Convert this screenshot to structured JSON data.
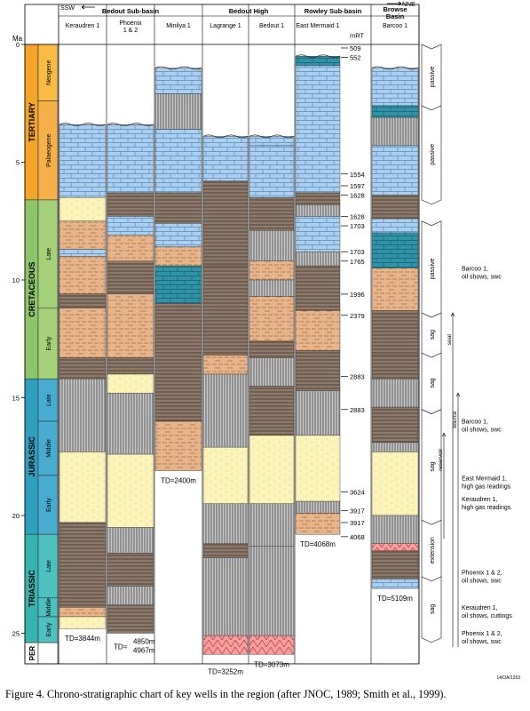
{
  "axis": {
    "label": "Ma",
    "ticks": [
      0,
      5,
      10,
      15,
      20,
      25
    ]
  },
  "header": {
    "ssw": "SSW",
    "nne": "NNE",
    "basins": [
      {
        "name": "Bedout Sub-basin",
        "wells": [
          0,
          1,
          2
        ]
      },
      {
        "name": "Bedout High",
        "wells": [
          3,
          4
        ]
      },
      {
        "name": "Rowley Sub-basin",
        "wells": [
          5
        ]
      },
      {
        "name": "Browse Basin",
        "wells": [
          6
        ]
      }
    ],
    "wells": [
      "Keraudren 1",
      "Phoenix 1 & 2",
      "Minilya 1",
      "Lagrange 1",
      "Bedout 1",
      "East Mermaid 1",
      "Barcoo 1"
    ]
  },
  "periods": [
    {
      "name": "TERTIARY",
      "from": 0,
      "to": 6.6,
      "color": "#f4a62a"
    },
    {
      "name": "CRETACEOUS",
      "from": 6.6,
      "to": 14.2,
      "color": "#8cc56a"
    },
    {
      "name": "JURASSIC",
      "from": 14.2,
      "to": 20.8,
      "color": "#2f9fc0"
    },
    {
      "name": "TRIASSIC",
      "from": 20.8,
      "to": 25.4,
      "color": "#37b3b0"
    },
    {
      "name": "PER",
      "from": 25.4,
      "to": 26.3,
      "color": "#ffffff"
    }
  ],
  "epochs": [
    {
      "name": "Neogene",
      "from": 0,
      "to": 2.4,
      "color": "#f8bc44"
    },
    {
      "name": "Palaeogene",
      "from": 2.4,
      "to": 6.6,
      "color": "#f6b04a"
    },
    {
      "name": "Late",
      "from": 6.6,
      "to": 11.2,
      "color": "#a5d17a"
    },
    {
      "name": "Early",
      "from": 11.2,
      "to": 14.2,
      "color": "#a5d17a"
    },
    {
      "name": "Late",
      "from": 14.2,
      "to": 16.0,
      "color": "#48acd0"
    },
    {
      "name": "Middle",
      "from": 16.0,
      "to": 18.3,
      "color": "#48acd0"
    },
    {
      "name": "Early",
      "from": 18.3,
      "to": 20.8,
      "color": "#48acd0"
    },
    {
      "name": "Late",
      "from": 20.8,
      "to": 23.5,
      "color": "#4fc0c0"
    },
    {
      "name": "Middle",
      "from": 23.5,
      "to": 24.3,
      "color": "#4fc0c0"
    },
    {
      "name": "Early",
      "from": 24.3,
      "to": 25.4,
      "color": "#4fc0c0"
    }
  ],
  "wells": [
    {
      "name": "Keraudren 1",
      "td": "TD=3844m",
      "units": [
        {
          "from": 3.4,
          "to": 6.5,
          "lith": "limestone"
        },
        {
          "from": 6.5,
          "to": 7.5,
          "lith": "sandstone"
        },
        {
          "from": 7.5,
          "to": 8.7,
          "lith": "siltstone"
        },
        {
          "from": 8.7,
          "to": 9.0,
          "lith": "limestone"
        },
        {
          "from": 9.0,
          "to": 10.6,
          "lith": "siltstone"
        },
        {
          "from": 10.6,
          "to": 11.2,
          "lith": "shale"
        },
        {
          "from": 11.2,
          "to": 13.3,
          "lith": "siltstone"
        },
        {
          "from": 13.3,
          "to": 14.2,
          "lith": "shale"
        },
        {
          "from": 14.2,
          "to": 17.3,
          "lith": "claystone"
        },
        {
          "from": 17.3,
          "to": 20.3,
          "lith": "sandstone"
        },
        {
          "from": 20.3,
          "to": 23.9,
          "lith": "shale"
        },
        {
          "from": 23.9,
          "to": 24.3,
          "lith": "siltstone"
        },
        {
          "from": 24.3,
          "to": 24.8,
          "lith": "sandstone"
        }
      ]
    },
    {
      "name": "Phoenix 1 & 2",
      "td": "TD=",
      "td2": [
        "4850m",
        "4967m"
      ],
      "units": [
        {
          "from": 3.4,
          "to": 6.3,
          "lith": "limestone"
        },
        {
          "from": 6.3,
          "to": 7.3,
          "lith": "shale"
        },
        {
          "from": 7.3,
          "to": 8.1,
          "lith": "limestone"
        },
        {
          "from": 8.1,
          "to": 9.2,
          "lith": "siltstone"
        },
        {
          "from": 9.2,
          "to": 10.6,
          "lith": "shale"
        },
        {
          "from": 10.6,
          "to": 13.3,
          "lith": "siltstone"
        },
        {
          "from": 13.3,
          "to": 14.0,
          "lith": "shale"
        },
        {
          "from": 14.0,
          "to": 14.8,
          "lith": "sandstone"
        },
        {
          "from": 14.8,
          "to": 17.4,
          "lith": "claystone"
        },
        {
          "from": 17.4,
          "to": 20.5,
          "lith": "sandstone"
        },
        {
          "from": 20.5,
          "to": 21.6,
          "lith": "claystone"
        },
        {
          "from": 21.6,
          "to": 23.0,
          "lith": "shale"
        },
        {
          "from": 23.0,
          "to": 23.8,
          "lith": "claystone"
        },
        {
          "from": 23.8,
          "to": 25.0,
          "lith": "shale"
        }
      ]
    },
    {
      "name": "Minilya 1",
      "td": "TD=2400m",
      "units": [
        {
          "from": 1.0,
          "to": 2.1,
          "lith": "limestone"
        },
        {
          "from": 2.1,
          "to": 3.6,
          "lith": "claystone"
        },
        {
          "from": 3.6,
          "to": 6.3,
          "lith": "limestone"
        },
        {
          "from": 6.3,
          "to": 7.6,
          "lith": "shale"
        },
        {
          "from": 7.6,
          "to": 8.6,
          "lith": "limestone"
        },
        {
          "from": 8.6,
          "to": 9.4,
          "lith": "siltstone"
        },
        {
          "from": 9.4,
          "to": 11.0,
          "lith": "marl"
        },
        {
          "from": 11.0,
          "to": 16.0,
          "lith": "shale"
        },
        {
          "from": 16.0,
          "to": 18.1,
          "lith": "siltstone"
        }
      ]
    },
    {
      "name": "Lagrange 1",
      "td": "TD=3252m",
      "units": [
        {
          "from": 3.9,
          "to": 5.8,
          "lith": "limestone"
        },
        {
          "from": 5.8,
          "to": 9.4,
          "lith": "shale"
        },
        {
          "from": 9.4,
          "to": 13.2,
          "lith": "shale"
        },
        {
          "from": 13.2,
          "to": 14.0,
          "lith": "siltstone"
        },
        {
          "from": 14.0,
          "to": 17.1,
          "lith": "claystone"
        },
        {
          "from": 17.1,
          "to": 19.5,
          "lith": "sandstone"
        },
        {
          "from": 19.5,
          "to": 21.2,
          "lith": "claystone"
        },
        {
          "from": 21.2,
          "to": 21.8,
          "lith": "shale"
        },
        {
          "from": 21.8,
          "to": 25.1,
          "lith": "claystone"
        },
        {
          "from": 25.1,
          "to": 25.9,
          "lith": "basement"
        }
      ]
    },
    {
      "name": "Bedout 1",
      "td": "TD=3073m",
      "units": [
        {
          "from": 3.9,
          "to": 4.3,
          "lith": "limestone"
        },
        {
          "from": 4.3,
          "to": 6.5,
          "lith": "limestone"
        },
        {
          "from": 6.5,
          "to": 7.9,
          "lith": "shale"
        },
        {
          "from": 7.9,
          "to": 9.2,
          "lith": "claystone"
        },
        {
          "from": 9.2,
          "to": 10.0,
          "lith": "siltstone"
        },
        {
          "from": 10.0,
          "to": 10.7,
          "lith": "claystone"
        },
        {
          "from": 10.7,
          "to": 12.6,
          "lith": "siltstone"
        },
        {
          "from": 12.6,
          "to": 13.3,
          "lith": "shale"
        },
        {
          "from": 13.3,
          "to": 14.5,
          "lith": "claystone"
        },
        {
          "from": 14.5,
          "to": 16.6,
          "lith": "shale"
        },
        {
          "from": 16.6,
          "to": 19.5,
          "lith": "sandstone"
        },
        {
          "from": 19.5,
          "to": 21.3,
          "lith": "claystone"
        },
        {
          "from": 21.3,
          "to": 25.1,
          "lith": "claystone"
        },
        {
          "from": 25.1,
          "to": 25.9,
          "lith": "basement"
        }
      ]
    },
    {
      "name": "East Mermaid 1",
      "td": "TD=4068m",
      "markers": [
        "mRT",
        "509",
        "552",
        "1554",
        "1597",
        "1628",
        "1628",
        "1703",
        "1703",
        "1765",
        "1996",
        "2379",
        "2883",
        "2883",
        "3624",
        "3917",
        "3917",
        "4068"
      ],
      "units": [
        {
          "from": 0.5,
          "to": 0.9,
          "lith": "marl"
        },
        {
          "from": 0.9,
          "to": 6.3,
          "lith": "limestone"
        },
        {
          "from": 6.3,
          "to": 6.8,
          "lith": "shale"
        },
        {
          "from": 6.8,
          "to": 7.3,
          "lith": "claystone"
        },
        {
          "from": 7.3,
          "to": 8.8,
          "lith": "limestone"
        },
        {
          "from": 8.8,
          "to": 9.4,
          "lith": "claystone"
        },
        {
          "from": 9.4,
          "to": 11.3,
          "lith": "shale"
        },
        {
          "from": 11.3,
          "to": 13.0,
          "lith": "siltstone"
        },
        {
          "from": 13.0,
          "to": 14.7,
          "lith": "shale"
        },
        {
          "from": 14.7,
          "to": 16.6,
          "lith": "claystone"
        },
        {
          "from": 16.6,
          "to": 19.4,
          "lith": "sandstone"
        },
        {
          "from": 19.4,
          "to": 19.9,
          "lith": "claystone"
        },
        {
          "from": 19.9,
          "to": 20.8,
          "lith": "siltstone"
        }
      ]
    },
    {
      "name": "Barcoo 1",
      "td": "TD=5109m",
      "units": [
        {
          "from": 1.0,
          "to": 2.6,
          "lith": "limestone"
        },
        {
          "from": 2.6,
          "to": 3.1,
          "lith": "marl"
        },
        {
          "from": 3.1,
          "to": 4.3,
          "lith": "claystone"
        },
        {
          "from": 4.3,
          "to": 6.4,
          "lith": "limestone"
        },
        {
          "from": 6.4,
          "to": 7.4,
          "lith": "shale"
        },
        {
          "from": 7.4,
          "to": 8.0,
          "lith": "limestone"
        },
        {
          "from": 8.0,
          "to": 9.5,
          "lith": "marl"
        },
        {
          "from": 9.5,
          "to": 11.3,
          "lith": "siltstone"
        },
        {
          "from": 11.3,
          "to": 13.2,
          "lith": "shale"
        },
        {
          "from": 13.2,
          "to": 14.2,
          "lith": "shale"
        },
        {
          "from": 14.2,
          "to": 15.4,
          "lith": "claystone"
        },
        {
          "from": 15.4,
          "to": 16.9,
          "lith": "shale"
        },
        {
          "from": 16.9,
          "to": 17.3,
          "lith": "claystone"
        },
        {
          "from": 17.3,
          "to": 20.0,
          "lith": "sandstone"
        },
        {
          "from": 20.0,
          "to": 21.2,
          "lith": "claystone"
        },
        {
          "from": 21.2,
          "to": 21.5,
          "lith": "basement"
        },
        {
          "from": 21.5,
          "to": 22.7,
          "lith": "shale"
        },
        {
          "from": 22.7,
          "to": 23.1,
          "lith": "limestone"
        }
      ]
    }
  ],
  "tectonic": [
    {
      "label": "passive",
      "from": 0,
      "to": 2.6
    },
    {
      "label": "passive",
      "from": 2.6,
      "to": 6.6
    },
    {
      "label": "passive",
      "from": 7.5,
      "to": 11.4
    },
    {
      "label": "sag",
      "from": 11.4,
      "to": 13.1
    },
    {
      "label": "sag",
      "from": 13.1,
      "to": 15.5
    },
    {
      "label": "sag",
      "from": 15.5,
      "to": 20.2
    },
    {
      "label": "extension",
      "from": 20.2,
      "to": 22.6
    },
    {
      "label": "sag",
      "from": 22.6,
      "to": 25.2
    }
  ],
  "rails": [
    {
      "label": "seal",
      "from": 11.4,
      "to": 25.6
    },
    {
      "label": "reservoir",
      "from": 16.5,
      "to": 21.0
    },
    {
      "label": "source",
      "from": 14.8,
      "to": 25.6
    }
  ],
  "annotations": [
    {
      "lines": [
        "Barcoo 1,",
        "oil shows, swc"
      ],
      "ma": 9.6
    },
    {
      "lines": [
        "Barcoo 1,",
        "oil shows, swc"
      ],
      "ma": 16.1
    },
    {
      "lines": [
        "East Mermaid 1,",
        "high gas readings"
      ],
      "ma": 18.5
    },
    {
      "lines": [
        "Keraudren 1,",
        "high gas readings"
      ],
      "ma": 19.4
    },
    {
      "lines": [
        "Phoenix 1 & 2,",
        "oil shows, swc"
      ],
      "ma": 22.5
    },
    {
      "lines": [
        "Keraudren 1,",
        "oil shows, cuttings"
      ],
      "ma": 24.0
    },
    {
      "lines": [
        "Phoenix 1 & 2,",
        "oil shows, swc"
      ],
      "ma": 25.1
    }
  ],
  "ref_code": "14/OA/1263",
  "caption": "Figure 4. Chrono-stratigraphic chart of key wells in the region (after JNOC, 1989; Smith et al., 1999).",
  "colors": {
    "limestone": "#a9d0f0",
    "sandstone": "#fbf3b8",
    "siltstone": "#e8b48a",
    "shale": "#8e7a6a",
    "claystone": "#c9c9c9",
    "marl": "#2f94a8",
    "basement": "#f5a0a0"
  }
}
